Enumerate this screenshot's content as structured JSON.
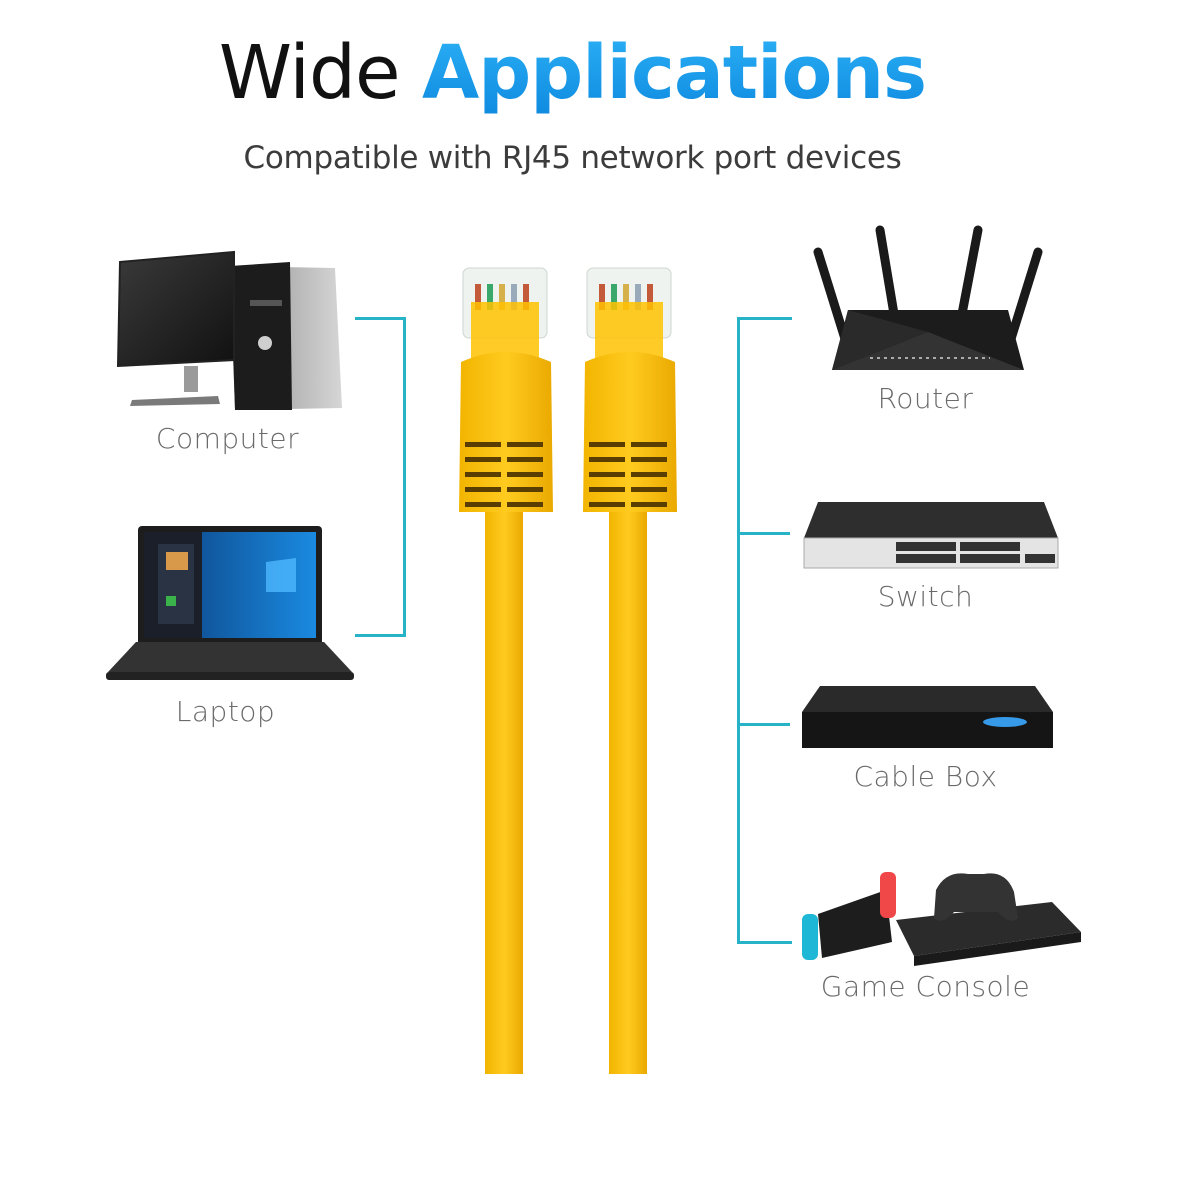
{
  "header": {
    "title_word1": "Wide",
    "title_word2": "Applications",
    "subtitle": "Compatible with RJ45 network port devices"
  },
  "colors": {
    "title_dark": "#111111",
    "title_accent": "#1ea1ea",
    "bracket_line": "#27b3c7",
    "cable_yellow": "#ffc107",
    "label_gray": "#6a6a6a"
  },
  "left_devices": [
    {
      "label": "Computer",
      "icon": "desktop-computer-icon"
    },
    {
      "label": "Laptop",
      "icon": "laptop-icon"
    }
  ],
  "right_devices": [
    {
      "label": "Router",
      "icon": "router-icon"
    },
    {
      "label": "Switch",
      "icon": "network-switch-icon"
    },
    {
      "label": "Cable Box",
      "icon": "cable-box-icon"
    },
    {
      "label": "Game Console",
      "icon": "game-console-icon"
    }
  ],
  "center": {
    "item": "RJ45 ethernet cable",
    "connector_count": 2,
    "icon": "rj45-connector-icon"
  }
}
